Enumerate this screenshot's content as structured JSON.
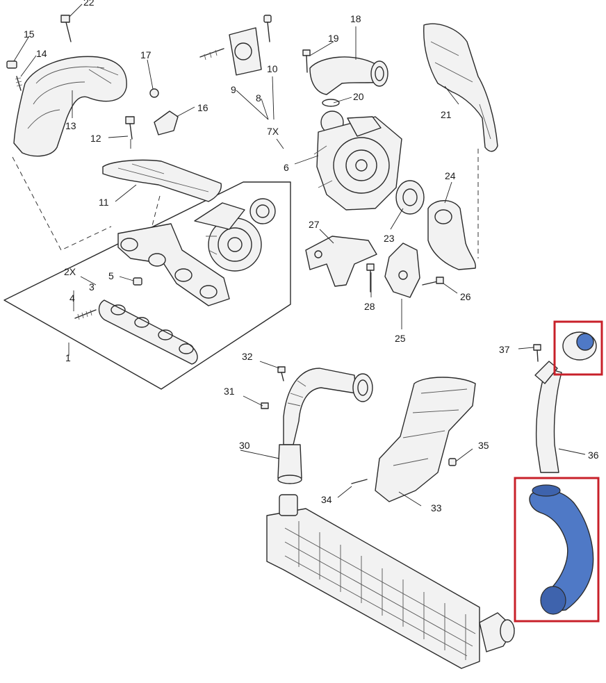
{
  "callouts": {
    "c1": "1",
    "c2x": "2X",
    "c3": "3",
    "c4": "4",
    "c5": "5",
    "c6": "6",
    "c7x": "7X",
    "c8": "8",
    "c9": "9",
    "c10": "10",
    "c11": "11",
    "c12": "12",
    "c13": "13",
    "c14": "14",
    "c15": "15",
    "c16": "16",
    "c17": "17",
    "c18": "18",
    "c19": "19",
    "c20": "20",
    "c21": "21",
    "c22": "22",
    "c23": "23",
    "c24": "24",
    "c25": "25",
    "c26": "26",
    "c27": "27",
    "c28": "28",
    "c30": "30",
    "c31": "31",
    "c32": "32",
    "c33": "33",
    "c34": "34",
    "c35": "35",
    "c36": "36",
    "c37": "37"
  },
  "colors": {
    "highlight_part": "#4f79c6",
    "highlight_box": "#c8202a",
    "line_art": "#2a2a2a",
    "background": "#ffffff"
  }
}
